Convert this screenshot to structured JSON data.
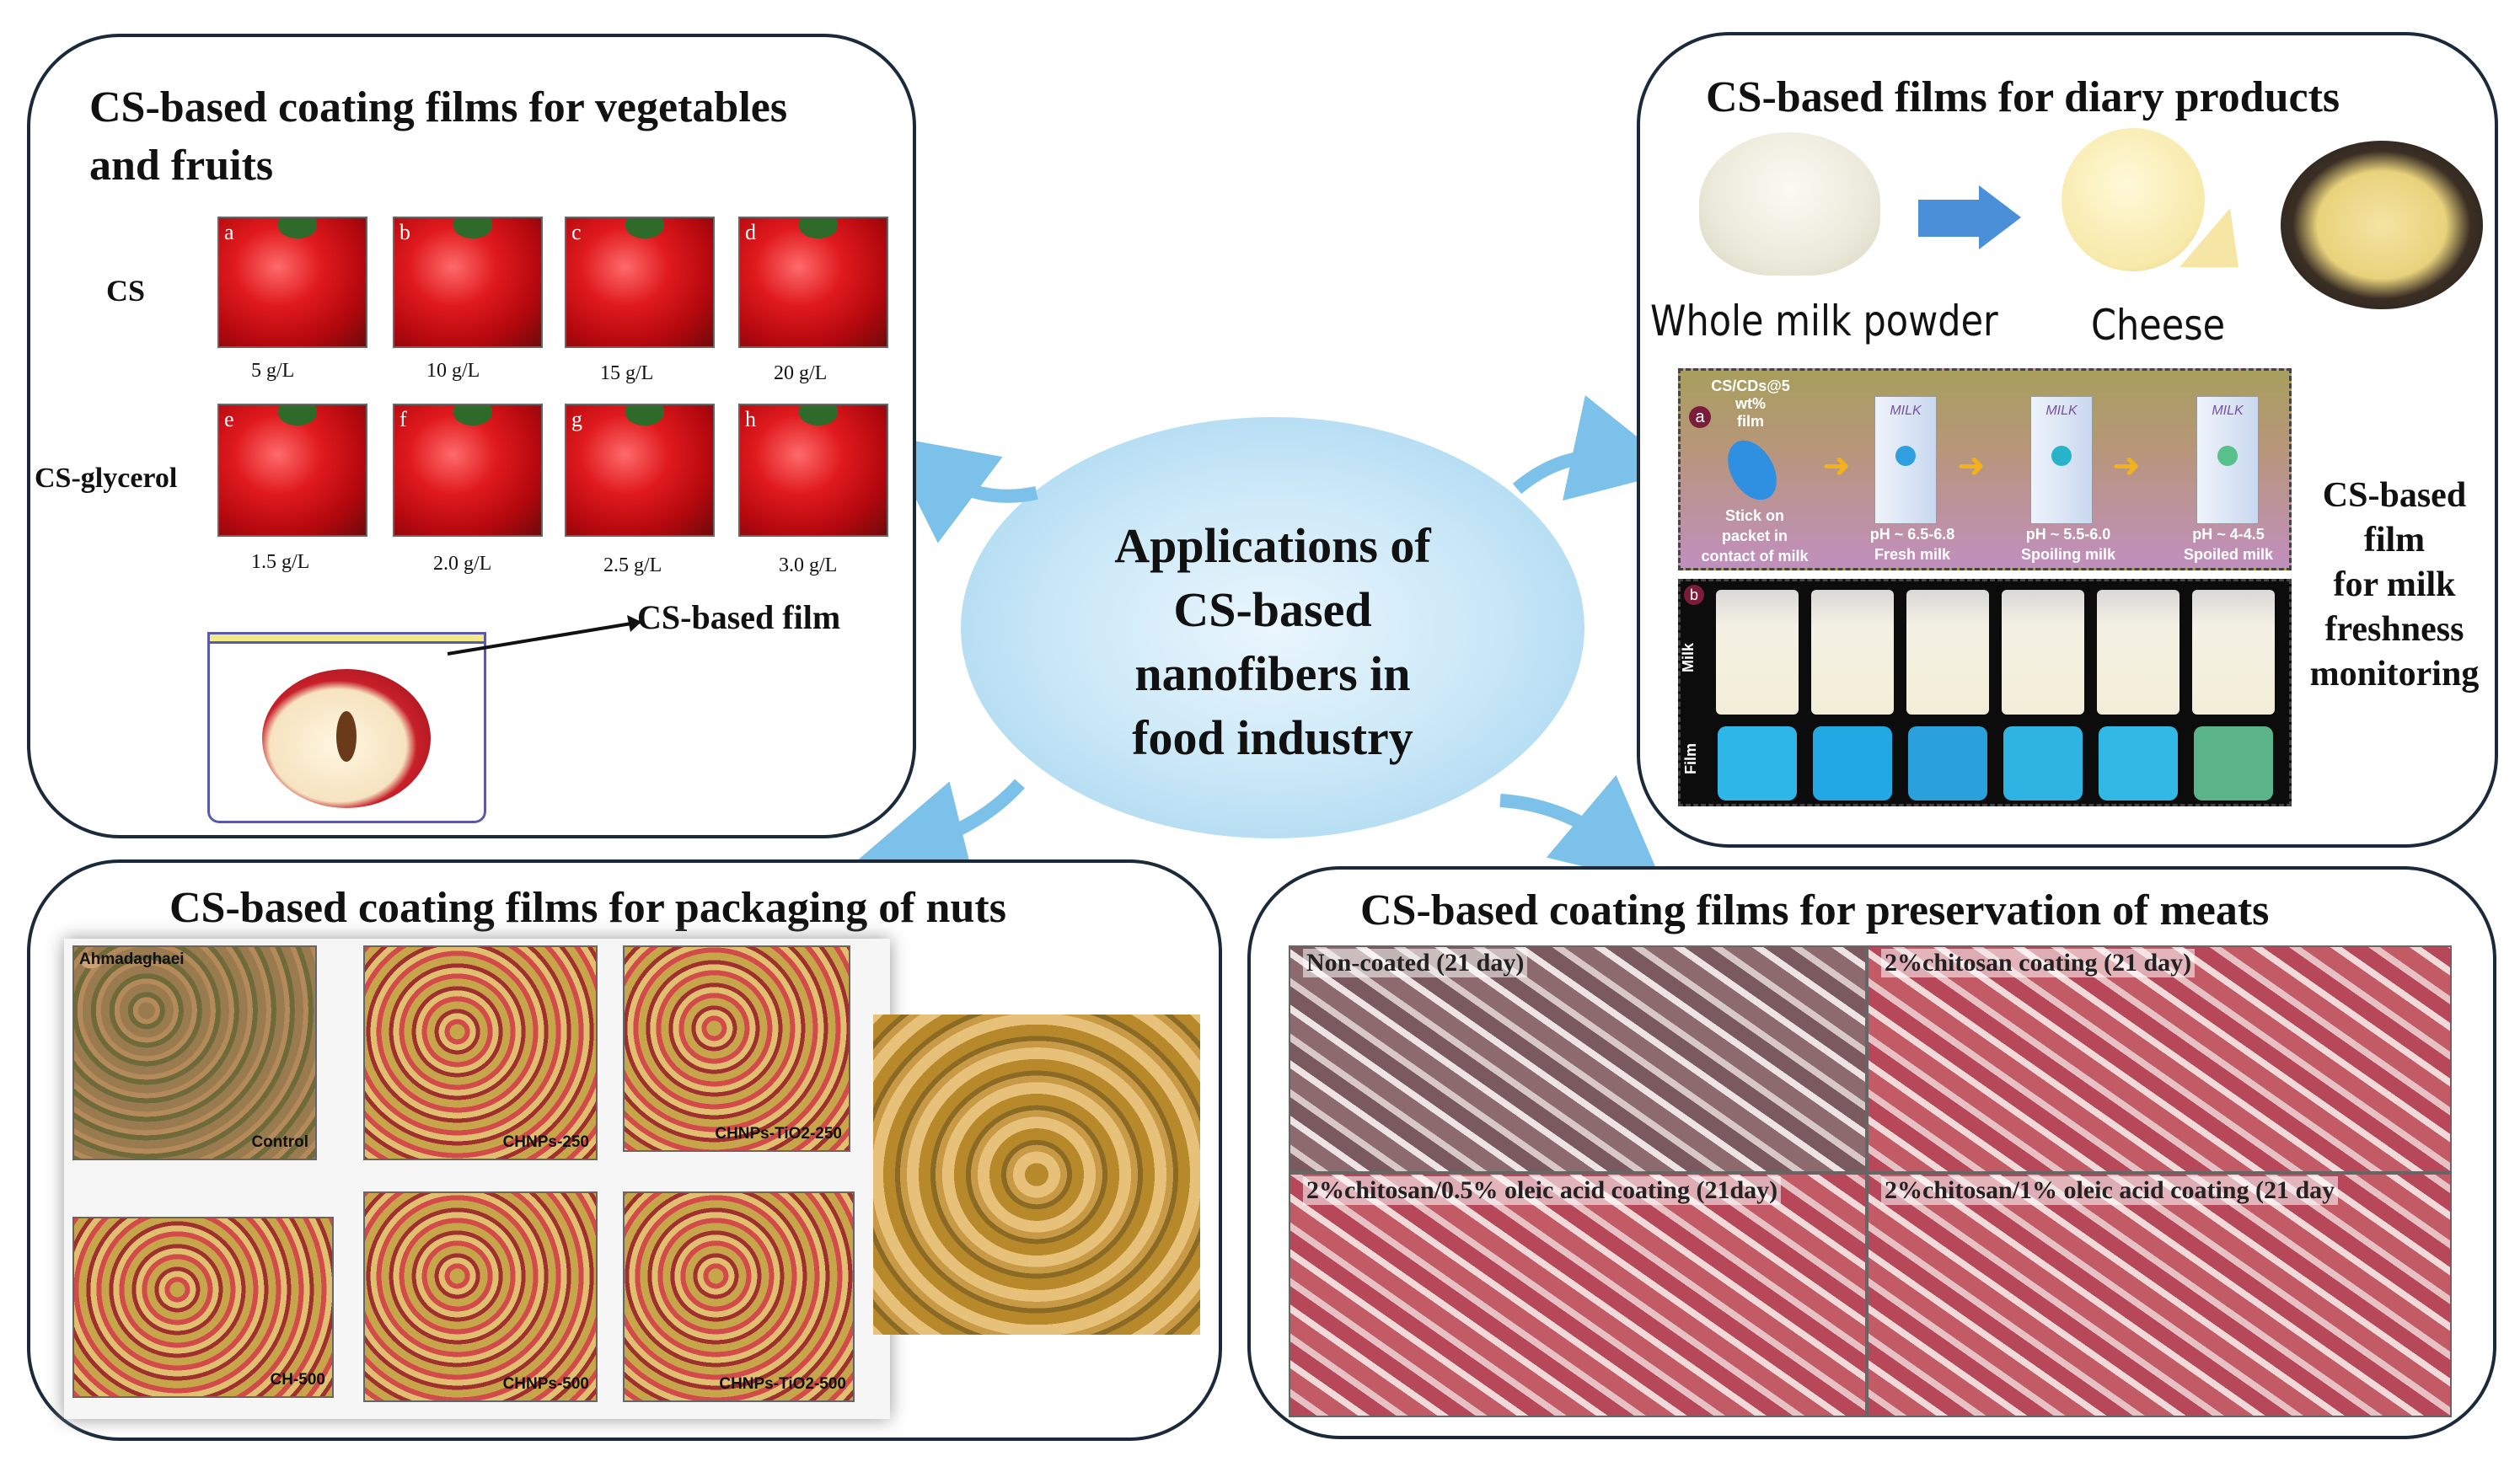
{
  "center": {
    "lines": [
      "Applications of",
      "CS-based",
      "nanofibers in",
      "food industry"
    ]
  },
  "veg": {
    "title_lines": [
      "CS-based coating films for vegetables",
      "and fruits"
    ],
    "row1_label": "CS",
    "row2_label": "CS-glycerol",
    "row1": [
      {
        "letter": "a",
        "conc": "5 g/L"
      },
      {
        "letter": "b",
        "conc": "10 g/L"
      },
      {
        "letter": "c",
        "conc": "15 g/L"
      },
      {
        "letter": "d",
        "conc": "20 g/L"
      }
    ],
    "row2": [
      {
        "letter": "e",
        "conc": "1.5 g/L"
      },
      {
        "letter": "f",
        "conc": "2.0 g/L"
      },
      {
        "letter": "g",
        "conc": "2.5 g/L"
      },
      {
        "letter": "h",
        "conc": "3.0 g/L"
      }
    ],
    "film_label": "CS-based film"
  },
  "dairy": {
    "title": "CS-based films for diary products",
    "powder_label": "Whole milk powder",
    "cheese_label": "Cheese",
    "film_box_label": "CS/CDs@5 wt%\nfilm",
    "stick_label": "Stick on\npacket  in\ncontact of milk",
    "carton_text": "MILK",
    "stages": [
      {
        "ph": "pH ~ 6.5-6.8",
        "state": "Fresh milk"
      },
      {
        "ph": "pH ~ 5.5-6.0",
        "state": "Spoiling milk"
      },
      {
        "ph": "pH ~ 4-4.5",
        "state": "Spoiled milk"
      }
    ],
    "panel_a": "a",
    "panel_b": "b",
    "milk_row_label": "Milk",
    "film_row_label": "Film",
    "film_colors": [
      "#2fb6e8",
      "#22a9e4",
      "#2aa0dc",
      "#2fb4e2",
      "#32b8e4",
      "#5bb38a"
    ],
    "side_label_lines": [
      "CS-based",
      "film",
      "for milk",
      "freshness",
      "monitoring"
    ]
  },
  "nuts": {
    "title": "CS-based coating films for packaging of nuts",
    "variety": "Ahmadaghaei",
    "samples": [
      "Control",
      "CHNPs-250",
      "CHNPs-TiO2-250",
      "CH-500",
      "CHNPs-500",
      "CHNPs-TiO2-500"
    ]
  },
  "meats": {
    "title": "CS-based coating films for preservation of meats",
    "samples": [
      "Non-coated (21 day)",
      "2%chitosan coating (21 day)",
      "2%chitosan/0.5% oleic acid coating (21day)",
      "2%chitosan/1% oleic acid coating (21 day"
    ]
  },
  "colors": {
    "border": "#1a2a3a",
    "ellipse": "#a9d8f0",
    "arrow": "#7cc1ea"
  }
}
